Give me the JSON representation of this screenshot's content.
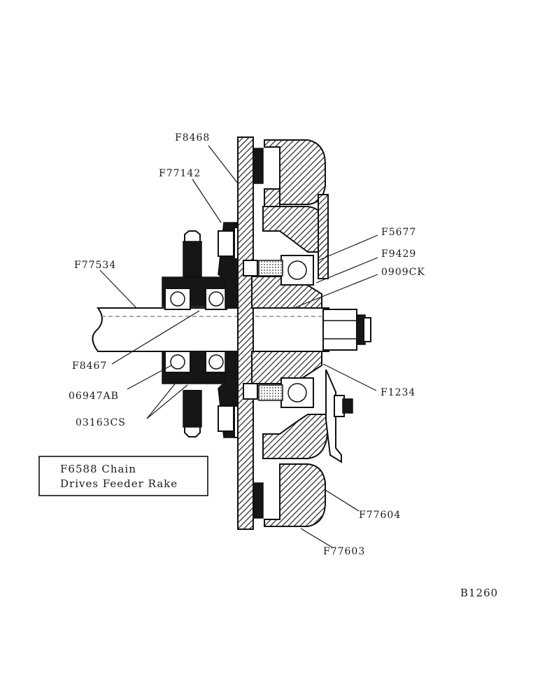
{
  "figure_id": "B1260",
  "note": {
    "line1": "F6588 Chain",
    "line2": "Drives Feeder Rake"
  },
  "parts": {
    "F8468": "F8468",
    "F77142": "F77142",
    "F77534": "F77534",
    "F5677": "F5677",
    "F9429": "F9429",
    "0909CK": "0909CK",
    "F8467": "F8467",
    "06947AB": "06947AB",
    "03163CS": "03163CS",
    "F1234": "F1234",
    "F77604": "F77604",
    "F77603": "F77603"
  }
}
